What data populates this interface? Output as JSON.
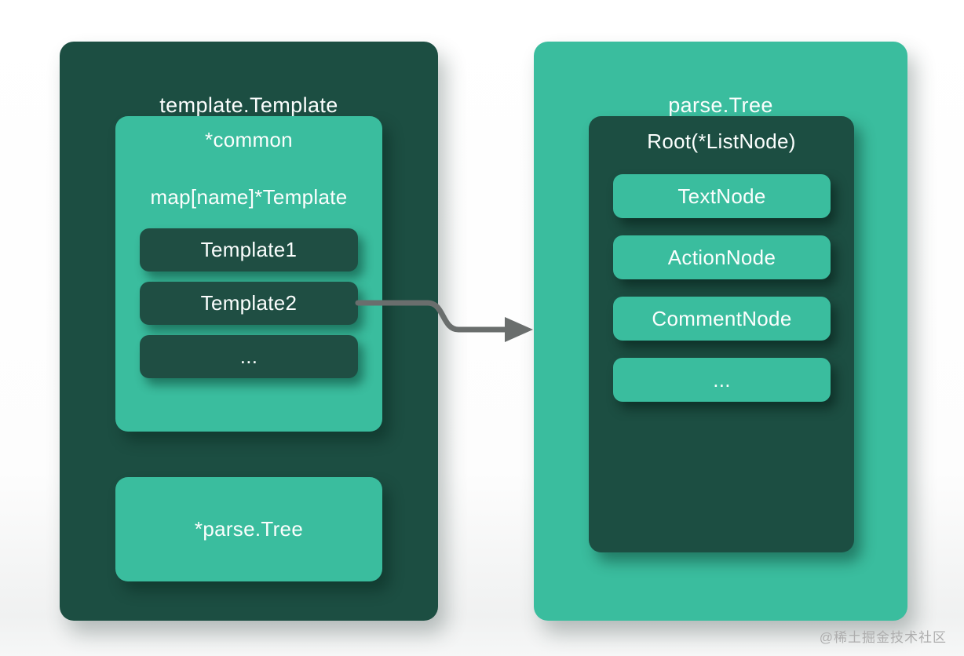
{
  "colors": {
    "dark_teal": "#1c4e42",
    "item_dark": "#1f4e43",
    "light_green": "#3abd9e",
    "arrow_gray": "#6a6e6d",
    "text_white": "#fbfefd",
    "watermark_gray": "#aeaeae"
  },
  "left_panel": {
    "title": "template.Template",
    "fields_box": {
      "field_common": "*common",
      "field_map": "map[name]*Template",
      "items": [
        "Template1",
        "Template2",
        "..."
      ]
    },
    "tree_box": {
      "label": "*parse.Tree"
    }
  },
  "right_panel": {
    "title": "parse.Tree",
    "root_box": {
      "title": "Root(*ListNode)",
      "nodes": [
        "TextNode",
        "ActionNode",
        "CommentNode",
        "..."
      ]
    }
  },
  "connector": {
    "from": "Template2",
    "to": "parse.Tree"
  },
  "watermark": {
    "text": "@稀土掘金技术社区"
  }
}
